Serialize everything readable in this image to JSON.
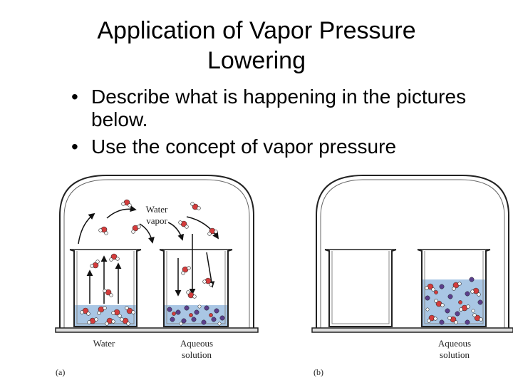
{
  "slide": {
    "title_line1": "Application of Vapor Pressure",
    "title_line2": "Lowering",
    "bullets": [
      "Describe what is happening in the pictures below.",
      "Use the concept of vapor pressure"
    ]
  },
  "figure": {
    "panel_a": {
      "label": "(a)",
      "vapor_label_1": "Water",
      "vapor_label_2": "vapor",
      "beaker_left_label": "Water",
      "beaker_right_label_1": "Aqueous",
      "beaker_right_label_2": "solution"
    },
    "panel_b": {
      "label": "(b)",
      "beaker_right_label_1": "Aqueous",
      "beaker_right_label_2": "solution"
    },
    "colors": {
      "water": "#a9c6e4",
      "oxygen": "#d43c3c",
      "hydrogen": "#f4f4f4",
      "solute": "#5b3f8c"
    }
  }
}
